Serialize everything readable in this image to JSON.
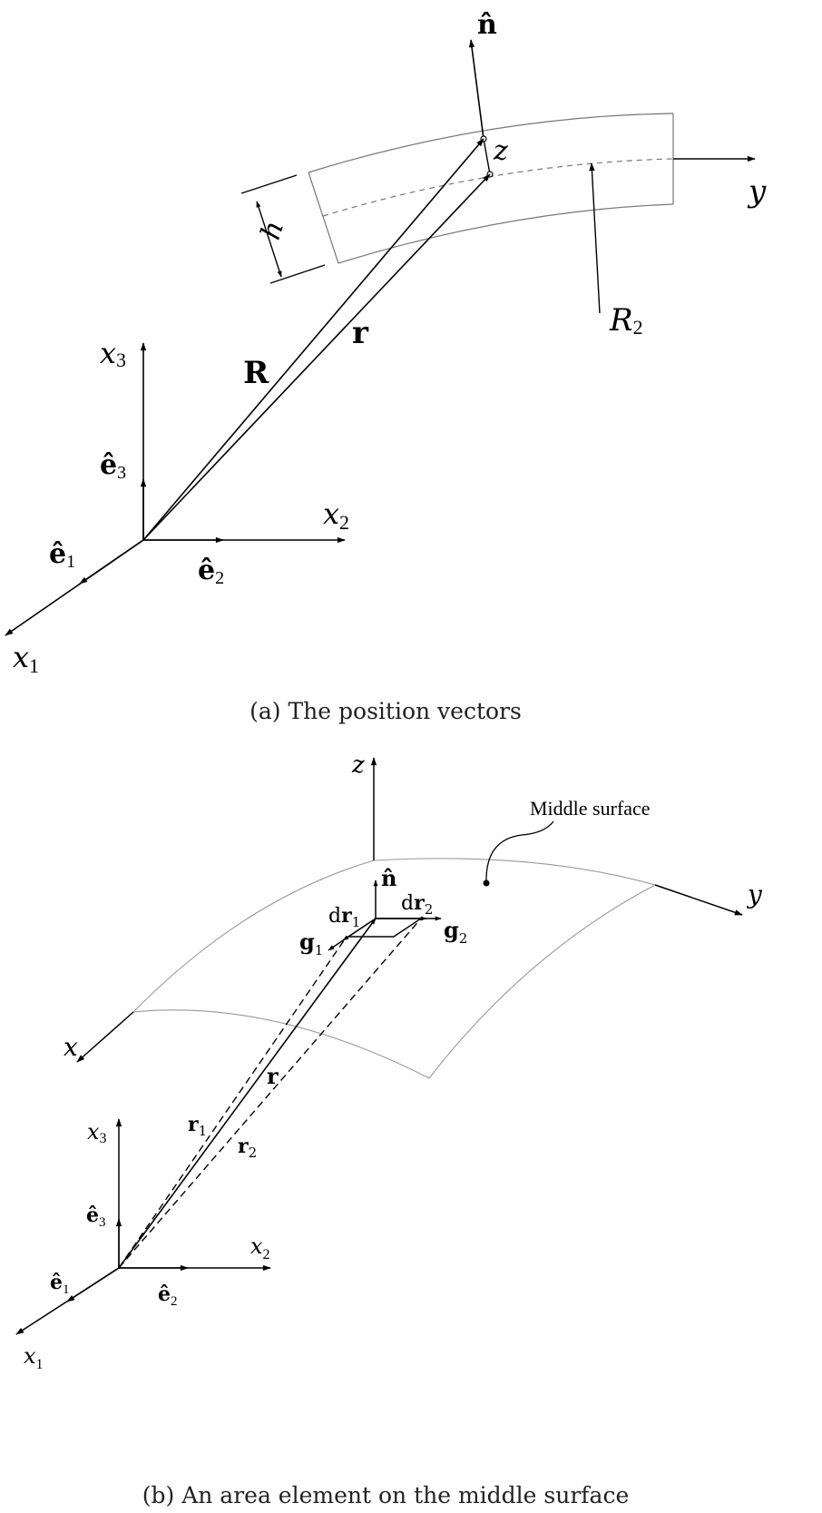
{
  "panel_a": {
    "caption": "(a) The position vectors",
    "labels": {
      "n_hat": "n̂",
      "z": "z",
      "y": "y",
      "h": "h",
      "R2_main": "R",
      "R2_sub": "2",
      "R": "R",
      "r": "r",
      "x3_main": "x",
      "x3_sub": "3",
      "e3_main": "ê",
      "e3_sub": "3",
      "x2_main": "x",
      "x2_sub": "2",
      "e1_main": "ê",
      "e1_sub": "1",
      "e2_main": "ê",
      "e2_sub": "2",
      "x1_main": "x",
      "x1_sub": "1"
    }
  },
  "panel_b": {
    "caption": "(b) An area element on the middle surface",
    "labels": {
      "z": "z",
      "middle_surface": "Middle surface",
      "y": "y",
      "x": "x",
      "n_hat": "n̂",
      "dr1_d": "d",
      "dr1_r": "r",
      "dr1_sub": "1",
      "dr2_d": "d",
      "dr2_r": "r",
      "dr2_sub": "2",
      "g1_main": "g",
      "g1_sub": "1",
      "g2_main": "g",
      "g2_sub": "2",
      "r": "r",
      "r1_main": "r",
      "r1_sub": "1",
      "r2_main": "r",
      "r2_sub": "2",
      "x3_main": "x",
      "x3_sub": "3",
      "e3_main": "ê",
      "e3_sub": "3",
      "x2_main": "x",
      "x2_sub": "2",
      "e1_main": "ê",
      "e1_sub": "1",
      "e2_main": "ê",
      "e2_sub": "2",
      "x1_main": "x",
      "x1_sub": "1"
    }
  }
}
